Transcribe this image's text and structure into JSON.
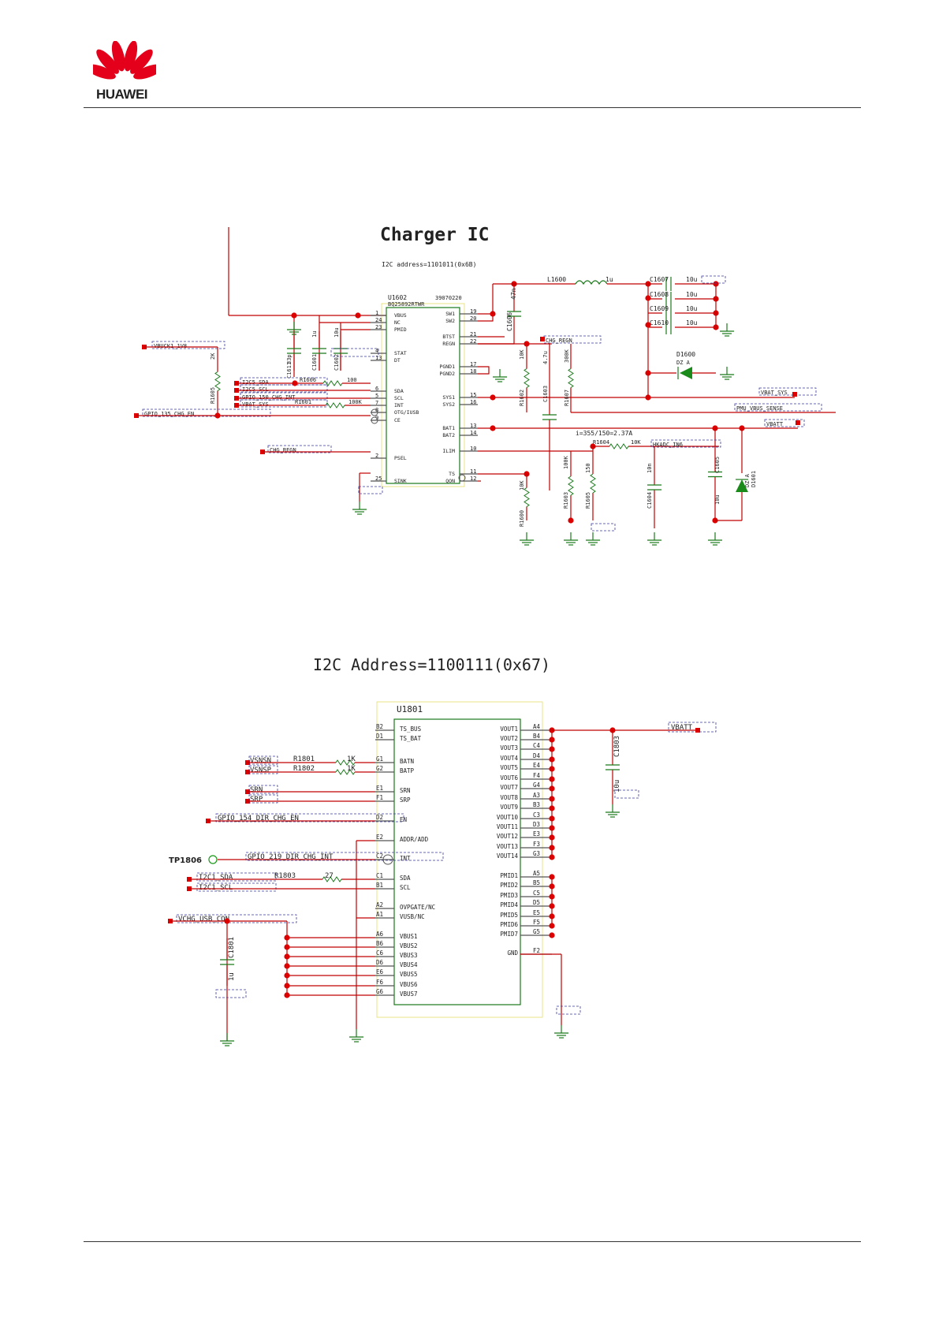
{
  "brand": {
    "name": "HUAWEI",
    "logo_color": "#e4001b"
  },
  "charger": {
    "title": "Charger IC",
    "i2c_note": "I2C address=1101011(0x6B)",
    "ref": "U1602",
    "part": "BQ25892RTWR",
    "code": "39070220",
    "pins_left": [
      {
        "num": "1",
        "name": "VBUS"
      },
      {
        "num": "24",
        "name": "NC"
      },
      {
        "num": "23",
        "name": "PMID"
      },
      {
        "num": "4",
        "name": "STAT"
      },
      {
        "num": "13",
        "name": "DT"
      },
      {
        "num": "6",
        "name": "SDA"
      },
      {
        "num": "5",
        "name": "SCL"
      },
      {
        "num": "7",
        "name": "INT"
      },
      {
        "num": "8",
        "name": "OTG/IUSB"
      },
      {
        "num": "9",
        "name": "CE"
      },
      {
        "num": "2",
        "name": "PSEL"
      },
      {
        "num": "25",
        "name": "SINK"
      }
    ],
    "pins_right": [
      {
        "num": "19",
        "name": "SW1"
      },
      {
        "num": "20",
        "name": "SW2"
      },
      {
        "num": "21",
        "name": "BTST"
      },
      {
        "num": "22",
        "name": "REGN"
      },
      {
        "num": "17",
        "name": "PGND1"
      },
      {
        "num": "18",
        "name": "PGND2"
      },
      {
        "num": "15",
        "name": "SYS1"
      },
      {
        "num": "16",
        "name": "SYS2"
      },
      {
        "num": "13",
        "name": "BAT1"
      },
      {
        "num": "14",
        "name": "BAT2"
      },
      {
        "num": "10",
        "name": "ILIM"
      },
      {
        "num": "11",
        "name": "TS"
      },
      {
        "num": "12",
        "name": "QON"
      }
    ],
    "nets_left": [
      "VBUCK1_1V8",
      "I2C5_SDA",
      "I2C5_SCL",
      "GPIO_150_CHG_INT",
      "VBAT_SYS",
      "GPIO_135_CHG_EN",
      "CHG_REGN"
    ],
    "nets_right": [
      "CHG_REGN",
      "VBAT_SYS",
      "PMU_VBUS_SENSE",
      "VBATT",
      "HKADC_IN6"
    ],
    "parts": {
      "l1600": "L1600",
      "l1600_val": "1u",
      "c1606": "C1606",
      "c1606_val": "47n",
      "c1607": "C1607",
      "c1608": "C1608",
      "c1609": "C1609",
      "c1610": "C1610",
      "cap_10u": "10u",
      "d1600": "D1600",
      "d1600_type": "DZ A",
      "c1611": "C1611",
      "c1611_val": "33p",
      "c1601": "C1601",
      "c1601_val": "1u",
      "c1602": "C1602",
      "c1602_val": "10u",
      "r1605": "R1605",
      "r1605_val": "2K",
      "r1606": "R1606",
      "r1606_val": "100",
      "r1601": "R1601",
      "r1601_val": "100K",
      "r1602": "R1602",
      "r1602_val": "10K",
      "c1603": "C1603",
      "c1603_val": "4.7u",
      "r1607": "R1607",
      "r1607_val": "300K",
      "r1603": "R1603",
      "r1603_val": "100K",
      "r1605b": "R1605",
      "r1605b_val": "150",
      "r1604": "R1604",
      "r1604_val": "10K",
      "c1604": "C1604",
      "c1604_val": "10n",
      "c1605": "C1605",
      "c1605_val": "10u",
      "d1601": "D1601",
      "d1601_type": "DZ A",
      "r1600": "R1600",
      "r1600_val": "10K",
      "ilim_note": "i=355/150=2.37A"
    }
  },
  "u1801": {
    "title": "I2C Address=1100111(0x67)",
    "ref": "U1801",
    "pins_left": [
      {
        "ball": "B2",
        "name": "TS_BUS"
      },
      {
        "ball": "D1",
        "name": "TS_BAT"
      },
      {
        "ball": "G1",
        "name": "BATN"
      },
      {
        "ball": "G2",
        "name": "BATP"
      },
      {
        "ball": "E1",
        "name": "SRN"
      },
      {
        "ball": "F1",
        "name": "SRP"
      },
      {
        "ball": "D2",
        "name": "EN"
      },
      {
        "ball": "E2",
        "name": "ADDR/ADD"
      },
      {
        "ball": "C2",
        "name": "INT"
      },
      {
        "ball": "C1",
        "name": "SDA"
      },
      {
        "ball": "B1",
        "name": "SCL"
      },
      {
        "ball": "A2",
        "name": "OVPGATE/NC"
      },
      {
        "ball": "A1",
        "name": "VUSB/NC"
      },
      {
        "ball": "A6",
        "name": "VBUS1"
      },
      {
        "ball": "B6",
        "name": "VBUS2"
      },
      {
        "ball": "C6",
        "name": "VBUS3"
      },
      {
        "ball": "D6",
        "name": "VBUS4"
      },
      {
        "ball": "E6",
        "name": "VBUS5"
      },
      {
        "ball": "F6",
        "name": "VBUS6"
      },
      {
        "ball": "G6",
        "name": "VBUS7"
      }
    ],
    "pins_right": [
      {
        "ball": "A4",
        "name": "VOUT1"
      },
      {
        "ball": "B4",
        "name": "VOUT2"
      },
      {
        "ball": "C4",
        "name": "VOUT3"
      },
      {
        "ball": "D4",
        "name": "VOUT4"
      },
      {
        "ball": "E4",
        "name": "VOUT5"
      },
      {
        "ball": "F4",
        "name": "VOUT6"
      },
      {
        "ball": "G4",
        "name": "VOUT7"
      },
      {
        "ball": "A3",
        "name": "VOUT8"
      },
      {
        "ball": "B3",
        "name": "VOUT9"
      },
      {
        "ball": "C3",
        "name": "VOUT10"
      },
      {
        "ball": "D3",
        "name": "VOUT11"
      },
      {
        "ball": "E3",
        "name": "VOUT12"
      },
      {
        "ball": "F3",
        "name": "VOUT13"
      },
      {
        "ball": "G3",
        "name": "VOUT14"
      },
      {
        "ball": "A5",
        "name": "PMID1"
      },
      {
        "ball": "B5",
        "name": "PMID2"
      },
      {
        "ball": "C5",
        "name": "PMID3"
      },
      {
        "ball": "D5",
        "name": "PMID4"
      },
      {
        "ball": "E5",
        "name": "PMID5"
      },
      {
        "ball": "F5",
        "name": "PMID6"
      },
      {
        "ball": "G5",
        "name": "PMID7"
      },
      {
        "ball": "F2",
        "name": "GND"
      }
    ],
    "nets": {
      "vsnsn": "VSNSN",
      "vsnsp": "VSNSP",
      "srn": "SRN",
      "srp": "SRP",
      "gpio154": "GPIO_154_DIR_CHG_EN",
      "gpio219": "GPIO_219_DIR_CHG_INT",
      "tp": "TP1806",
      "sda": "I2C1_SDA",
      "scl": "I2C1_SCL",
      "vchg": "VCHG_USB_CON",
      "vbatt": "VBATT"
    },
    "parts": {
      "r1801": "R1801",
      "r1802": "R1802",
      "r1k": "1K",
      "r1803": "R1803",
      "r1803_val": "27",
      "c1801": "C1801",
      "c1801_val": "1u",
      "c1803": "C1803",
      "c1803_val": "10u"
    }
  }
}
